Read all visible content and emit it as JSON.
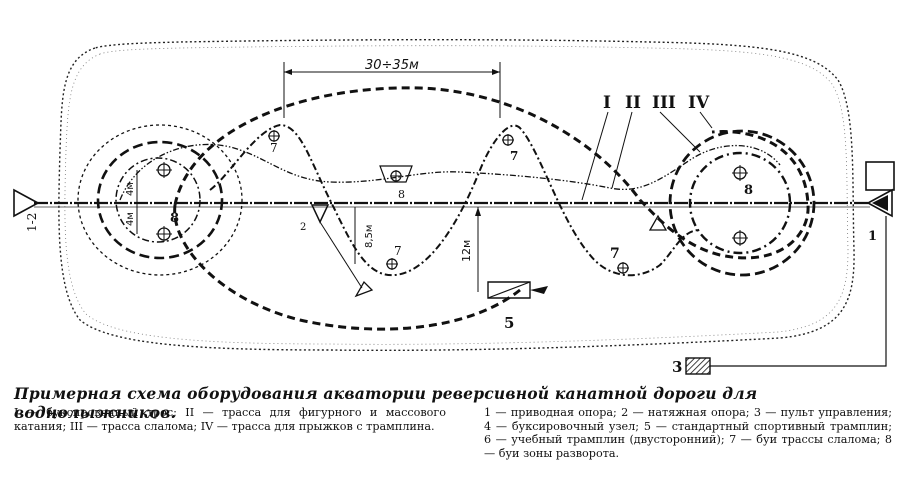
{
  "diagram": {
    "dimension_top": "30÷35м",
    "dim_4m_a": "4м",
    "dim_4m_b": "4м",
    "dim_8_5m": "8,5м",
    "dim_12m": "12м",
    "route_labels": [
      "I",
      "II",
      "III",
      "IV"
    ],
    "left_end_label": "1-2",
    "right_end_label": "1",
    "node_2": "2",
    "label_3": "3",
    "label_5": "5",
    "label_7a": "7",
    "label_7b": "7",
    "label_7c": "7",
    "label_7d": "7",
    "label_8a": "8",
    "label_8b": "8",
    "label_8c": "8"
  },
  "caption": {
    "title": "Примерная схема оборудования акватории реверсивной канатной дороги для воднолыжников.",
    "legend_left": "I — буксировочный трос; II — трасса для фигурного и массового катания; III — трасса слалома; IV — трасса для прыжков с трамплина.",
    "legend_right": "1 — приводная опора; 2 — натяжная опора; 3 — пульт управления; 4 — буксировочный узел; 5 — стандартный спортивный трамплин; 6 — учебный трамплин (двусторонний); 7 — буи трассы слалома; 8 — буи зоны разворота."
  }
}
